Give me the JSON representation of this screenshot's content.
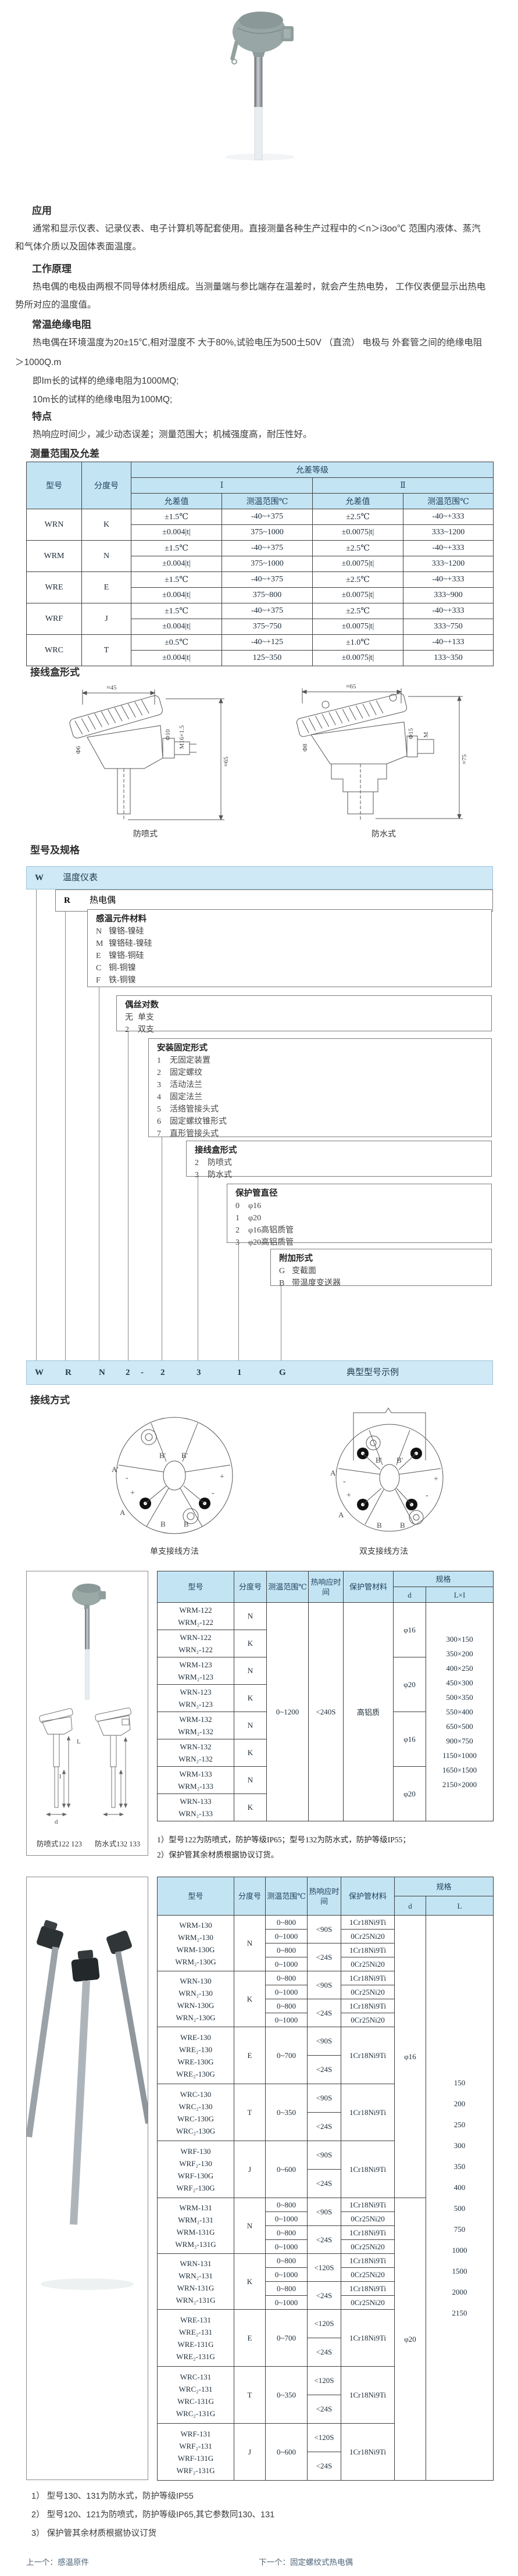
{
  "sections": {
    "application": {
      "title": "应用",
      "text": "通常和显示仪表、记录仪表、电子计算机等配套使用。直接测量各种生产过程中的＜n＞i3oo℃ 范围内液体、蒸汽和气体介质以及固体表面温度。"
    },
    "principle": {
      "title": "工作原理",
      "text": "热电偶的电极由两根不同导体材质组成。当测量端与参比端存在温差时，就会产生热电势， 工作仪表便显示出热电势所对应的温度值。"
    },
    "insulation": {
      "title": "常温绝缘电阻",
      "line1": "热电偶在环境温度为20±15℃,相对湿度不 大于80%,试验电压为500土50V （直流） 电极与 外套管之间的绝缘电阻",
      "line2": "＞1000Q.m",
      "line3": "即Im长的试样的绝缘电阻为1000MQ;",
      "line4": "10m长的试样的绝缘电阻为100MQ;"
    },
    "features": {
      "title": "特点",
      "text": "热响应时间少，减少动态误差；测量范围大；机械强度高，耐压性好。"
    },
    "range_title": "测量范围及允差",
    "junction_title": "接线盒形式",
    "model_title": "型号及规格",
    "wiring_title": "接线方式"
  },
  "tolerance_table": {
    "col_model": "型号",
    "col_grad": "分度号",
    "col_grade": "允差等级",
    "grade1": "Ⅰ",
    "grade2": "Ⅱ",
    "col_tol": "允差值",
    "col_range": "测温范围℃",
    "rows": [
      {
        "model": "WRN",
        "grad": "K",
        "cells": [
          [
            "±1.5℃",
            "-40~+375",
            "±2.5℃",
            "-40~+333"
          ],
          [
            "±0.004|t|",
            "375~1000",
            "±0.0075|t|",
            "333~1200"
          ]
        ]
      },
      {
        "model": "WRM",
        "grad": "N",
        "cells": [
          [
            "±1.5℃",
            "-40~+375",
            "±2.5℃",
            "-40~+333"
          ],
          [
            "±0.004|t|",
            "375~1000",
            "±0.0075|t|",
            "333~1200"
          ]
        ]
      },
      {
        "model": "WRE",
        "grad": "E",
        "cells": [
          [
            "±1.5℃",
            "-40~+375",
            "±2.5℃",
            "-40~+333"
          ],
          [
            "±0.004|t|",
            "375~800",
            "±0.0075|t|",
            "333~900"
          ]
        ]
      },
      {
        "model": "WRF",
        "grad": "J",
        "cells": [
          [
            "±1.5℃",
            "-40~+375",
            "±2.5℃",
            "-40~+333"
          ],
          [
            "±0.004|t|",
            "375~750",
            "±0.0075|t|",
            "333~750"
          ]
        ]
      },
      {
        "model": "WRC",
        "grad": "T",
        "cells": [
          [
            "±0.5℃",
            "-40~+125",
            "±1.0℃",
            "-40~+133"
          ],
          [
            "±0.004|t|",
            "125~350",
            "±0.0075|t|",
            "133~350"
          ]
        ]
      }
    ]
  },
  "junction": {
    "left_caption": "防喷式",
    "right_caption": "防水式",
    "left_dims": {
      "top": "≈45",
      "height": "≈65",
      "d1": "Φ6",
      "d2": "Φ10",
      "thread": "M16×1.5"
    },
    "right_dims": {
      "top": "≈65",
      "height": "≈75",
      "d1": "Φ8",
      "d2": "Φ15",
      "thread": "M"
    }
  },
  "model_code": {
    "root_code": "W",
    "root_label": "温度仪表",
    "type_code": "R",
    "type_label": "热电偶",
    "levels": [
      {
        "title": "感温元件材料",
        "items": [
          {
            "code": "N",
            "label": "镍铬-镍硅"
          },
          {
            "code": "M",
            "label": "镍铬硅-镍硅"
          },
          {
            "code": "E",
            "label": "镍铬-铜硅"
          },
          {
            "code": "C",
            "label": "铜-铜镍"
          },
          {
            "code": "F",
            "label": "铁-铜镍"
          }
        ]
      },
      {
        "title": "偶丝对数",
        "items": [
          {
            "code": "无",
            "label": "单支"
          },
          {
            "code": "2",
            "label": "双支"
          }
        ]
      },
      {
        "title": "安装固定形式",
        "items": [
          {
            "code": "1",
            "label": "无固定装置"
          },
          {
            "code": "2",
            "label": "固定螺纹"
          },
          {
            "code": "3",
            "label": "活动法兰"
          },
          {
            "code": "4",
            "label": "固定法兰"
          },
          {
            "code": "5",
            "label": "活络管接头式"
          },
          {
            "code": "6",
            "label": "固定螺纹锥形式"
          },
          {
            "code": "7",
            "label": "直形管接头式"
          }
        ]
      },
      {
        "title": "接线盒形式",
        "items": [
          {
            "code": "2",
            "label": "防喷式"
          },
          {
            "code": "3",
            "label": "防水式"
          }
        ]
      },
      {
        "title": "保护管直径",
        "items": [
          {
            "code": "0",
            "label": "φ16"
          },
          {
            "code": "1",
            "label": "φ20"
          },
          {
            "code": "2",
            "label": "φ16高铝质管"
          },
          {
            "code": "3",
            "label": "φ20高铝质管"
          }
        ]
      },
      {
        "title": "附加形式",
        "items": [
          {
            "code": "G",
            "label": "变截面"
          },
          {
            "code": "B",
            "label": "带温度变送器"
          }
        ]
      }
    ],
    "example_codes": [
      "W",
      "R",
      "N",
      "2",
      "-",
      "2",
      "3",
      "1",
      "G"
    ],
    "example_label": "典型型号示例"
  },
  "wiring": {
    "left_caption": "单支接线方法",
    "right_caption": "双支接线方法",
    "terminal_labels": {
      "bp": "B'",
      "ap": "A'",
      "a": "A",
      "b": "B",
      "plus": "+",
      "minus": "-"
    }
  },
  "spec_table_1": {
    "headers": {
      "model": "型号",
      "grad": "分度号",
      "range": "测温范围℃",
      "response": "热响应时间",
      "material": "保护管材料",
      "spec": "规格",
      "d": "d",
      "l": "L×I"
    },
    "range": "0~1200",
    "response": "<240S",
    "material": "高铝质",
    "rows": [
      {
        "models": [
          "WRM-122",
          "WRM₂-122"
        ],
        "grad": "N"
      },
      {
        "models": [
          "WRN-122",
          "WRN₂-122"
        ],
        "grad": "K"
      },
      {
        "models": [
          "WRM-123",
          "WRM₂-123"
        ],
        "grad": "N"
      },
      {
        "models": [
          "WRN-123",
          "WRN₂-123"
        ],
        "grad": "K"
      },
      {
        "models": [
          "WRM-132",
          "WRM₂-132"
        ],
        "grad": "N"
      },
      {
        "models": [
          "WRN-132",
          "WRN₂-132"
        ],
        "grad": "K"
      },
      {
        "models": [
          "WRM-133",
          "WRM₂-133"
        ],
        "grad": "N"
      },
      {
        "models": [
          "WRN-133",
          "WRN₂-133"
        ],
        "grad": "K"
      }
    ],
    "d_values": [
      "φ16",
      "φ20",
      "φ16",
      "φ20"
    ],
    "lxi_values": [
      "300×150",
      "350×200",
      "400×250",
      "450×300",
      "500×350",
      "550×400",
      "650×500",
      "900×750",
      "1150×1000",
      "1650×1500",
      "2150×2000"
    ],
    "captions": [
      "防喷式122 123",
      "防水式132 133"
    ],
    "drawing_dims": [
      "L",
      "l",
      "d"
    ],
    "notes": [
      "1）型号122为防喷式，防护等级IP65；型号132为防水式，防护等级IP55；",
      "2）保护管其余材质根据协议订货。"
    ]
  },
  "spec_table_2": {
    "headers": {
      "model": "型号",
      "grad": "分度号",
      "range": "测温范围℃",
      "response": "热响应时间",
      "material": "保护管材料",
      "spec": "规格",
      "d": "d",
      "l": "L"
    },
    "groups": [
      {
        "models": [
          "WRM-130",
          "WRM₂-130",
          "WRM-130G",
          "WRM₂-130G"
        ],
        "grad": "N",
        "sub": [
          {
            "range": "0~800",
            "rt": "<90S",
            "rtspan": 2,
            "mat": "1Cr18Ni9Ti"
          },
          {
            "range": "0~1000",
            "mat": "0Cr25Ni20"
          },
          {
            "range": "0~800",
            "rt": "<24S",
            "rtspan": 2,
            "mat": "1Cr18Ni9Ti"
          },
          {
            "range": "0~1000",
            "mat": "0Cr25Ni20"
          }
        ]
      },
      {
        "models": [
          "WRN-130",
          "WRN₂-130",
          "WRN-130G",
          "WRN₂-130G"
        ],
        "grad": "K",
        "sub": [
          {
            "range": "0~800",
            "rt": "<90S",
            "rtspan": 2,
            "mat": "1Cr18Ni9Ti"
          },
          {
            "range": "0~1000",
            "mat": "0Cr25Ni20"
          },
          {
            "range": "0~800",
            "rt": "<24S",
            "rtspan": 2,
            "mat": "1Cr18Ni9Ti"
          },
          {
            "range": "0~1000",
            "mat": "0Cr25Ni20"
          }
        ]
      },
      {
        "models": [
          "WRE-130",
          "WRE₂-130",
          "WRE-130G",
          "WRE₂-130G"
        ],
        "grad": "E",
        "sub": [
          {
            "range": "0~700",
            "rangespan": 2,
            "rt": "<90S",
            "mat": "1Cr18Ni9Ti",
            "matspan": 2
          },
          {
            "rt": "<24S"
          }
        ]
      },
      {
        "models": [
          "WRC-130",
          "WRC₂-130",
          "WRC-130G",
          "WRC₂-130G"
        ],
        "grad": "T",
        "sub": [
          {
            "range": "0~350",
            "rangespan": 2,
            "rt": "<90S",
            "mat": "1Cr18Ni9Ti",
            "matspan": 2
          },
          {
            "rt": "<24S"
          }
        ]
      },
      {
        "models": [
          "WRF-130",
          "WRF₂-130",
          "WRF-130G",
          "WRF₂-130G"
        ],
        "grad": "J",
        "sub": [
          {
            "range": "0~600",
            "rangespan": 2,
            "rt": "<90S",
            "mat": "1Cr18Ni9Ti",
            "matspan": 2
          },
          {
            "rt": "<24S"
          }
        ]
      },
      {
        "models": [
          "WRM-131",
          "WRM₂-131",
          "WRM-131G",
          "WRM₂-131G"
        ],
        "grad": "N",
        "sub": [
          {
            "range": "0~800",
            "rt": "<90S",
            "rtspan": 2,
            "mat": "1Cr18Ni9Ti"
          },
          {
            "range": "0~1000",
            "mat": "0Cr25Ni20"
          },
          {
            "range": "0~800",
            "rt": "<24S",
            "rtspan": 2,
            "mat": "1Cr18Ni9Ti"
          },
          {
            "range": "0~1000",
            "mat": "0Cr25Ni20"
          }
        ]
      },
      {
        "models": [
          "WRN-131",
          "WRN₂-131",
          "WRN-131G",
          "WRN₂-131G"
        ],
        "grad": "K",
        "sub": [
          {
            "range": "0~800",
            "rt": "<120S",
            "rtspan": 2,
            "mat": "1Cr18Ni9Ti"
          },
          {
            "range": "0~1000",
            "mat": "0Cr25Ni20"
          },
          {
            "range": "0~800",
            "rt": "<24S",
            "rtspan": 2,
            "mat": "1Cr18Ni9Ti"
          },
          {
            "range": "0~1000",
            "mat": "0Cr25Ni20"
          }
        ]
      },
      {
        "models": [
          "WRE-131",
          "WRE₂-131",
          "WRE-131G",
          "WRE₂-131G"
        ],
        "grad": "E",
        "sub": [
          {
            "range": "0~700",
            "rangespan": 2,
            "rt": "<120S",
            "mat": "1Cr18Ni9Ti",
            "matspan": 2
          },
          {
            "rt": "<24S"
          }
        ]
      },
      {
        "models": [
          "WRC-131",
          "WRC₂-131",
          "WRC-131G",
          "WRC₂-131G"
        ],
        "grad": "T",
        "sub": [
          {
            "range": "0~350",
            "rangespan": 2,
            "rt": "<120S",
            "mat": "1Cr18Ni9Ti",
            "matspan": 2
          },
          {
            "rt": "<24S"
          }
        ]
      },
      {
        "models": [
          "WRF-131",
          "WRF₂-131",
          "WRF-131G",
          "WRF₂-131G"
        ],
        "grad": "J",
        "sub": [
          {
            "range": "0~600",
            "rangespan": 2,
            "rt": "<120S",
            "mat": "1Cr18Ni9Ti",
            "matspan": 2
          },
          {
            "rt": "<24S"
          }
        ]
      }
    ],
    "d_values": [
      "φ16",
      "φ20"
    ],
    "l_values": [
      "150",
      "200",
      "250",
      "300",
      "350",
      "400",
      "500",
      "750",
      "1000",
      "1500",
      "2000",
      "2150"
    ],
    "notes": [
      "1） 型号130、131为防水式，防护等级IP55",
      "2） 型号120、121为防喷式，防护等级IP65,其它参数同130、131",
      "3） 保护管其余材质根据协议订货"
    ]
  },
  "footer": {
    "prev_label": "上一个：",
    "prev_link": "感温原件",
    "next_label": "下一个：",
    "next_link": "固定螺纹式热电偶"
  },
  "colors": {
    "table_header": "#c3e4f3",
    "cascade_bar": "#cfe9f7",
    "border_dark": "#3f3f3f"
  }
}
